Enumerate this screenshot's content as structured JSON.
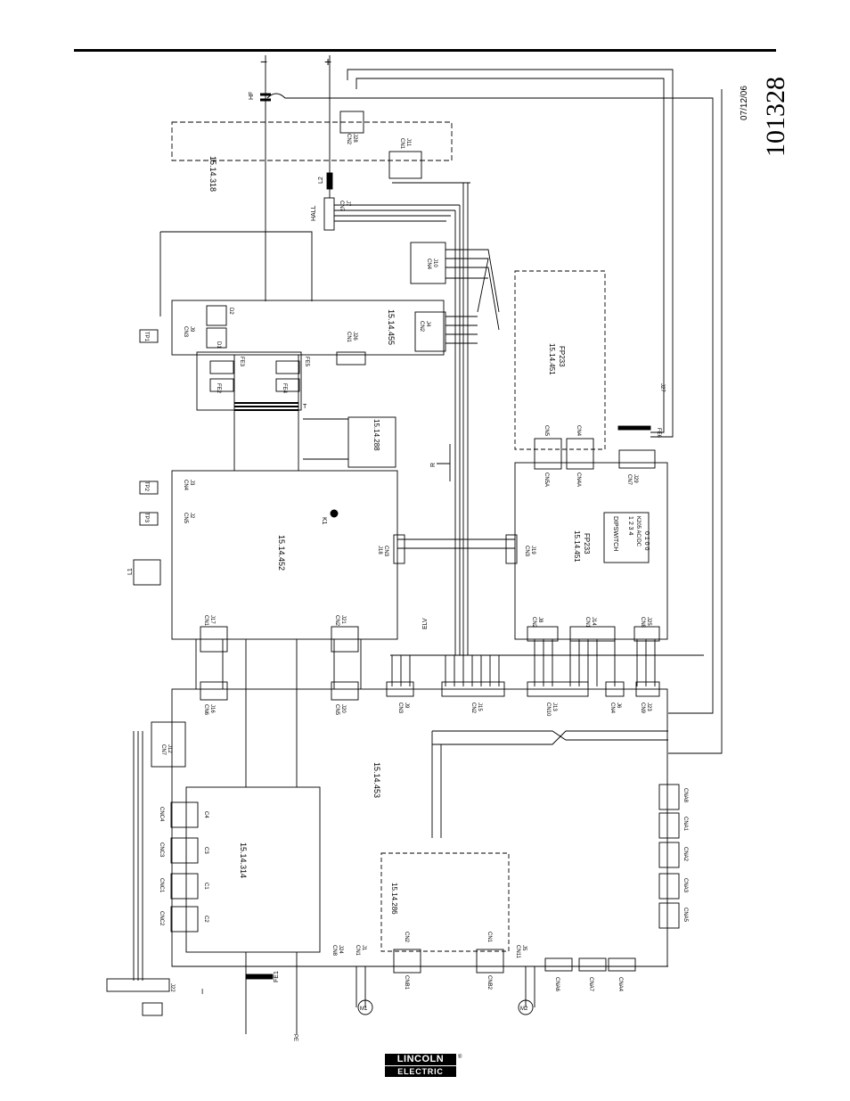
{
  "drawing": {
    "number": "101328",
    "date": "07/12/06"
  },
  "brand": {
    "line1": "LINCOLN",
    "line2": "ELECTRIC",
    "reg_mark": "®"
  },
  "boards": {
    "b318": "15.14.318",
    "b455": "15.14.455",
    "b288": "15.14.288",
    "b452": "15.14.452",
    "b451a": "15.14.451",
    "b451a_sub": "FP233",
    "b451b": "15.14.451",
    "b451b_sub": "FP233",
    "b453": "15.14.453",
    "b314": "15.14.314",
    "b286": "15.14.286"
  },
  "terminals": {
    "minus": "−",
    "plus": "+",
    "hf": "HF",
    "l2": "L2",
    "l1": "L1",
    "hall": "HALL",
    "k1": "K1",
    "elv": "ELV",
    "r": "R",
    "fe1": "FE1",
    "fe2": "FE2",
    "fe3": "FE3",
    "fe4": "FE4",
    "fe5": "FE5",
    "fe6": "FE6",
    "d1": "D1",
    "d2": "D2",
    "pe": "PE",
    "i": "I",
    "m1": "M1",
    "m2": "M2",
    "t": "T",
    "tp1": "TP1",
    "tp2": "TP2",
    "tp3": "TP3",
    "j27": "J27"
  },
  "connectors": {
    "cn_j11": [
      "CN1",
      "J11"
    ],
    "cn_j28": [
      "CN2",
      "J28"
    ],
    "cn_j7": [
      "CN7",
      "J7"
    ],
    "cn_j10": [
      "CN4",
      "J10"
    ],
    "cn_j4": [
      "CN2",
      "J4"
    ],
    "cn_j26": [
      "CN1",
      "J26"
    ],
    "cn_j9": [
      "CN3",
      "J9"
    ],
    "cn_j3": [
      "CN4",
      "J3"
    ],
    "cn_j2": [
      "CN5",
      "J2"
    ],
    "cn_j18": [
      "CN3",
      "J18"
    ],
    "cn_j17": [
      "CN1",
      "J17"
    ],
    "cn_j21": [
      "CN2",
      "J21"
    ],
    "cn_j19": [
      "CN3",
      "J19"
    ],
    "cn5": "CN5",
    "cn5a": "CN5A",
    "cn4": "CN4",
    "cn4a": "CN4A",
    "cn_j29": [
      "CN7",
      "J29"
    ],
    "cn_j8": [
      "CN2",
      "J8"
    ],
    "cn_j14": [
      "CN1",
      "J14"
    ],
    "cn_j25": [
      "CN8",
      "J25"
    ],
    "cn_j16": [
      "CN6",
      "J16"
    ],
    "cn_j20": [
      "CN5",
      "J20"
    ],
    "cn_j9b": [
      "CN3",
      "J9"
    ],
    "cn_j15": [
      "CN2",
      "J15"
    ],
    "cn_j13": [
      "CN10",
      "J13"
    ],
    "cn_j6": [
      "CN4",
      "J6"
    ],
    "cn_j23": [
      "CN9",
      "J23"
    ],
    "cn_j12": [
      "CN7",
      "J12"
    ],
    "j22": "J22",
    "cna8": "CNA8",
    "cna1": "CNA1",
    "cna2": "CNA2",
    "cna3": "CNA3",
    "cna5": "CNA5",
    "cnc4": "CNC4",
    "cnc3": "CNC3",
    "cnc1": "CNC1",
    "cnc2": "CNC2",
    "c4": "C4",
    "c3": "C3",
    "c1": "C1",
    "c2": "C2",
    "cn_j24": [
      "CN8",
      "J24"
    ],
    "cn_j1": [
      "CN1",
      "J1"
    ],
    "cn_j5": [
      "CN11",
      "J5"
    ],
    "cn2_286": "CN2",
    "cn1_286": "CN1",
    "cnb2": "CNB2",
    "cnb1": "CNB1",
    "cna6": "CNA6",
    "cna7": "CNA7",
    "cna4": "CNA4"
  },
  "dipswitch": {
    "title": "DIPSWITCH",
    "row1_label": "1 2 3 4",
    "row2_label": "K205 AC/DC",
    "row2_values": "0 1 0 0"
  }
}
